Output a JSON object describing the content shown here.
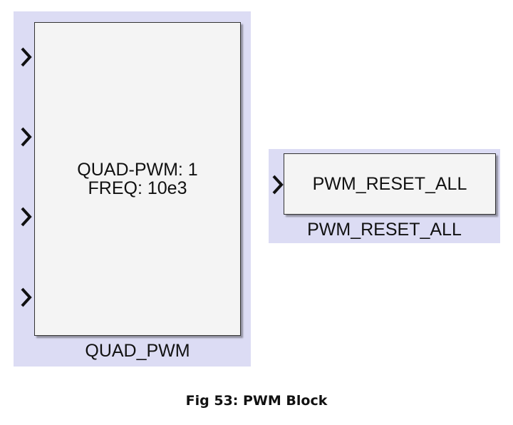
{
  "quad_pwm_block": {
    "params_line1": "QUAD-PWM:  1",
    "params_line2": "FREQ:  10e3",
    "name": "QUAD_PWM",
    "input_port_count": 4
  },
  "pwm_reset_block": {
    "label": "PWM_RESET_ALL",
    "name": "PWM_RESET_ALL",
    "input_port_count": 1
  },
  "caption": "Fig 53: PWM Block",
  "colors": {
    "canvas_background": "#dcdcf4",
    "block_fill": "#f4f4f4",
    "block_border": "#333333",
    "port_arrow": "#111111"
  }
}
